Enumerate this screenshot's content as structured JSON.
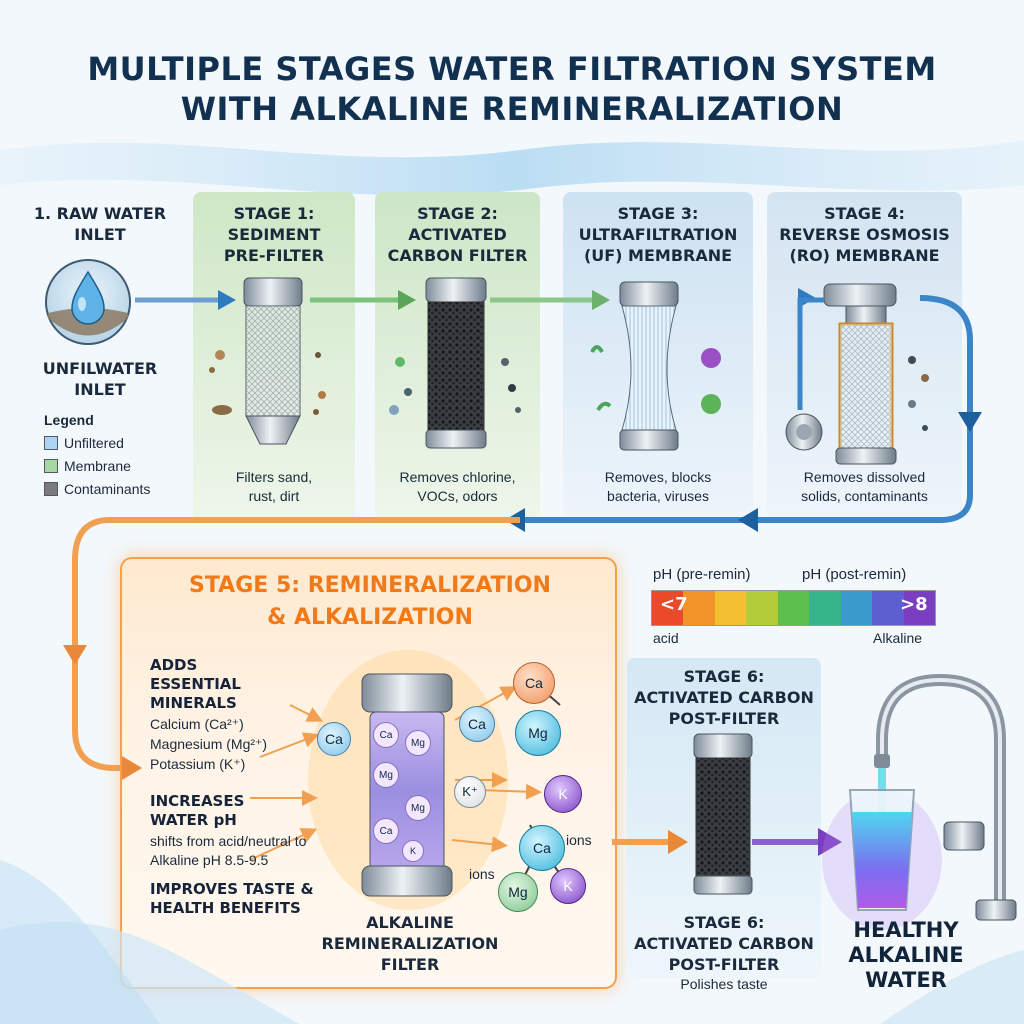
{
  "title": {
    "line1": "MULTIPLE STAGES WATER FILTRATION SYSTEM",
    "line2": "WITH ALKALINE REMINERALIZATION"
  },
  "inlet": {
    "title_line1": "1. RAW WATER",
    "title_line2": "INLET",
    "label_line1": "UNFILWATER",
    "label_line2": "INLET"
  },
  "legend": {
    "title": "Legend",
    "items": [
      {
        "label": "Unfiltered",
        "color": "#a9d4f2"
      },
      {
        "label": "Membrane",
        "color": "#a6d9a0"
      },
      {
        "label": "Contaminants",
        "color": "#7b7b7b"
      }
    ]
  },
  "stages": [
    {
      "head1": "STAGE 1:",
      "head2": "SEDIMENT",
      "head3": "PRE-FILTER",
      "desc1": "Filters sand,",
      "desc2": "rust, dirt",
      "color": "#d6ebcf"
    },
    {
      "head1": "STAGE 2:",
      "head2": "ACTIVATED",
      "head3": "CARBON FILTER",
      "desc1": "Removes chlorine,",
      "desc2": "VOCs, odors",
      "color": "#d3e9cd"
    },
    {
      "head1": "STAGE 3:",
      "head2": "ULTRAFILTRATION",
      "head3": "(UF) MEMBRANE",
      "desc1": "Removes, blocks",
      "desc2": "bacteria, viruses",
      "color": "#d3e6f3"
    },
    {
      "head1": "STAGE 4:",
      "head2": "REVERSE OSMOSIS",
      "head3": "(RO) MEMBRANE",
      "desc1": "Removes dissolved",
      "desc2": "solids, contaminants",
      "color": "#d7e6f2"
    }
  ],
  "stage5": {
    "title_line1": "STAGE 5: REMINERALIZATION",
    "title_line2": "& ALKALIZATION",
    "adds_line1": "ADDS",
    "adds_line2": "ESSENTIAL",
    "adds_line3": "MINERALS",
    "mineral1": "Calcium (Ca²⁺)",
    "mineral2": "Magnesium (Mg²⁺)",
    "mineral3": "Potassium (K⁺)",
    "increases_line1": "INCREASES",
    "increases_line2": "WATER pH",
    "shift_line1": "shifts from acid/neutral to",
    "shift_line2": "Alkaline pH 8.5-9.5",
    "improves_line1": "IMPROVES TASTE &",
    "improves_line2": "HEALTH BENEFITS",
    "filter_line1": "ALKALINE",
    "filter_line2": "REMINERALIZATION",
    "filter_line3": "FILTER",
    "ions_label": "ions",
    "ion_ca": "Ca",
    "ion_mg": "Mg",
    "ion_k": "K",
    "ion_kplus": "K⁺"
  },
  "ph": {
    "pre_label": "pH (pre-remin)",
    "post_label": "pH (post-remin)",
    "low": "<7",
    "high": ">8",
    "acid_label": "acid",
    "alkaline_label": "Alkaline"
  },
  "stage6": {
    "top_line1": "STAGE 6:",
    "top_line2": "ACTIVATED CARBON",
    "top_line3": "POST-FILTER",
    "bottom_line1": "STAGE 6:",
    "bottom_line2": "ACTIVATED CARBON",
    "bottom_line3": "POST-FILTER",
    "bottom_desc": "Polishes taste"
  },
  "output": {
    "line1": "HEALTHY",
    "line2": "ALKALINE",
    "line3": "WATER"
  },
  "colors": {
    "flow_blue": "#3a86c8",
    "flow_orange": "#f0a050",
    "stage5_title": "#f07a1a",
    "alkaline_purple": "#7a3fc0"
  }
}
